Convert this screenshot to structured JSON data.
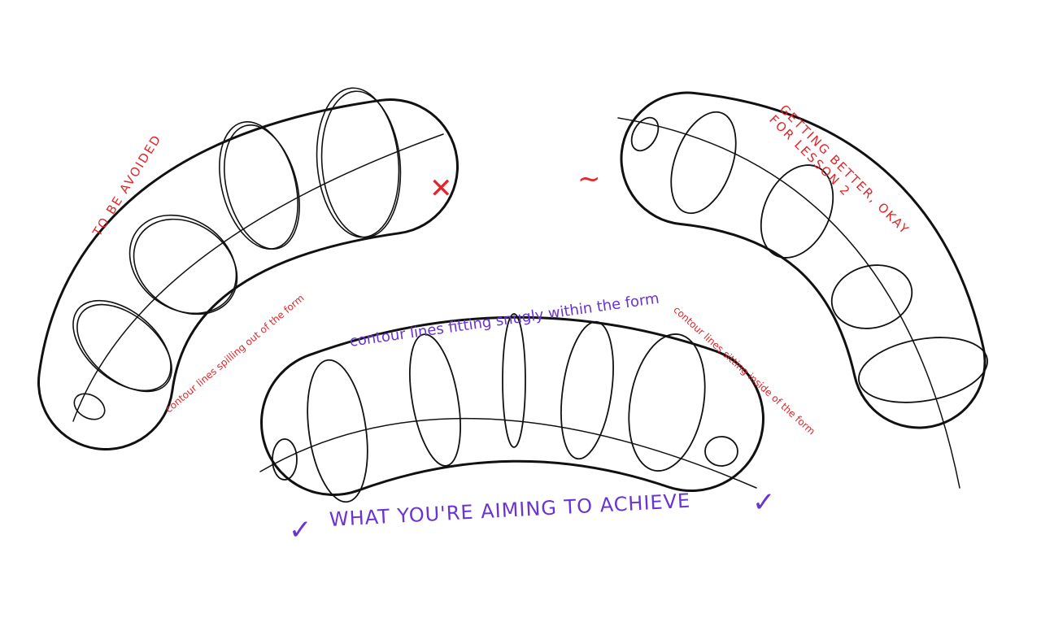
{
  "colors": {
    "ink": "#111111",
    "red": "#e0262b",
    "purple": "#6a34d4"
  },
  "left_example": {
    "label": "TO BE AVOIDED",
    "caption": "contour lines spilling out of the form",
    "mark": "✕"
  },
  "right_example": {
    "label": "GETTING BETTER, OKAY FOR LESSON 2",
    "caption": "contour lines sitting inside of the form",
    "mark": "~"
  },
  "middle_example": {
    "caption": "contour lines fitting snugly within the form",
    "label": "WHAT YOU'RE AIMING TO ACHIEVE",
    "mark": "✓"
  }
}
